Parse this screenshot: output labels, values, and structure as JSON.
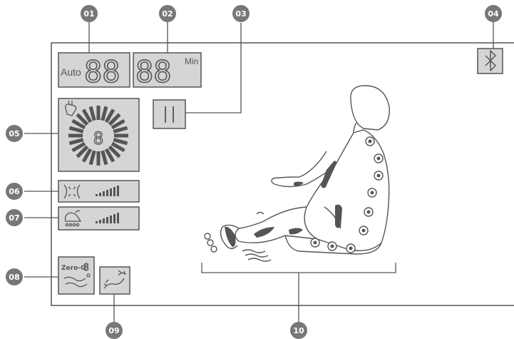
{
  "callouts": [
    "01",
    "02",
    "03",
    "04",
    "05",
    "06",
    "07",
    "08",
    "09",
    "10"
  ],
  "display": {
    "auto_label": "Auto",
    "min_label": "Min",
    "digits_1": "88",
    "digits_2": "88",
    "intensity_digit": "8",
    "zero_g_label": "Zero-G",
    "zero_g_digit": "8"
  },
  "colors": {
    "callout": "#777777",
    "panel_fill": "#d5d5d5",
    "stroke": "#555555",
    "body_marks": "#555555"
  },
  "icons": {
    "bluetooth": "bluetooth-icon",
    "pause": "pause-icon",
    "hand": "hand-icon",
    "airbag": "airbag-icon",
    "foot_roller": "foot-roller-icon",
    "zero_g": "zero-g-icon",
    "recline": "recline-icon"
  }
}
